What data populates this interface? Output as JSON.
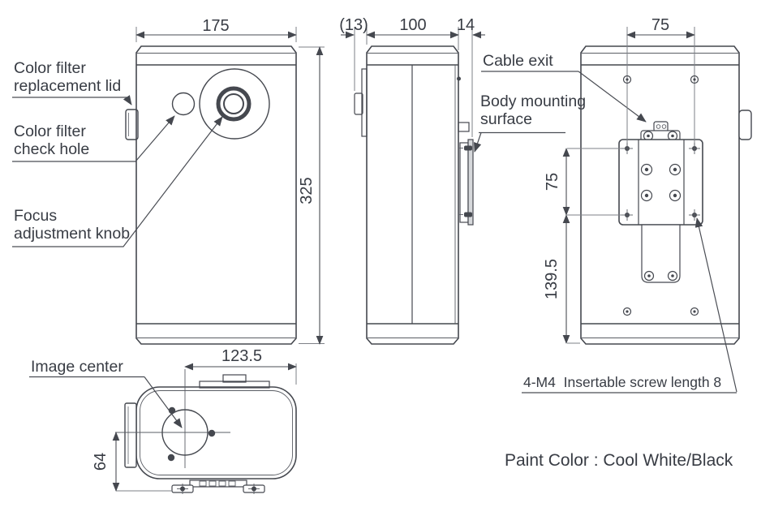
{
  "drawing": {
    "callouts": {
      "filter_lid_line1": "Color filter",
      "filter_lid_line2": "replacement lid",
      "check_hole_line1": "Color filter",
      "check_hole_line2": "check hole",
      "focus_line1": "Focus",
      "focus_line2": "adjustment knob",
      "cable_exit": "Cable exit",
      "mounting_line1": "Body mounting",
      "mounting_line2": "surface",
      "image_center": "Image center"
    },
    "dimensions": {
      "front_width": "175",
      "body_height": "325",
      "lid_depth": "(13)",
      "body_depth": "100",
      "plate_offset": "14",
      "plate_width": "75",
      "plate_height": "75",
      "plate_to_bottom": "139.5",
      "top_width": "123.5",
      "top_depth": "64"
    },
    "notes": {
      "screw_note": "4-M4  Insertable screw length 8",
      "paint_note": "Paint Color : Cool White/Black"
    },
    "colors": {
      "line": "#45484f",
      "extension_line": "#7e8187",
      "text": "#383c44",
      "background": "#ffffff",
      "plate_fill": "#d6d8db"
    }
  }
}
